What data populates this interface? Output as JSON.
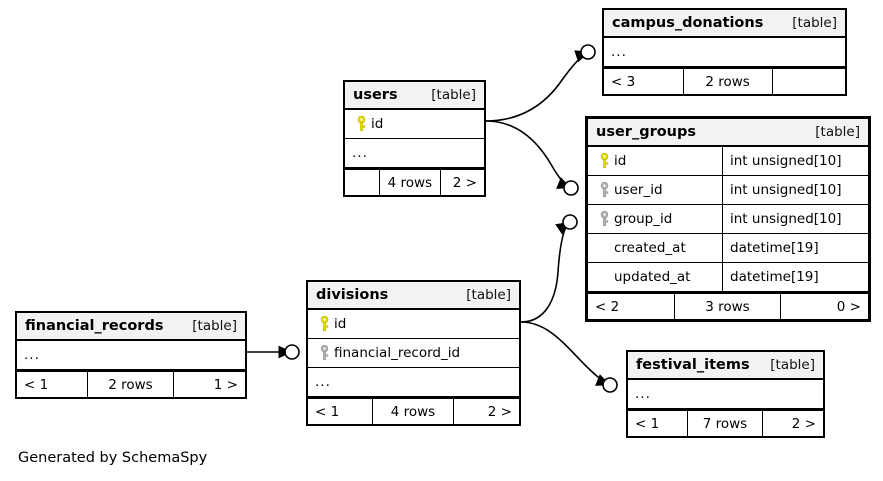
{
  "diagram": {
    "credit": "Generated by SchemaSpy",
    "table_tag": "[table]",
    "ellipsis": "...",
    "colors": {
      "primary_key": "#e8e000",
      "foreign_key": "#b3b3b3",
      "header_bg": "#f2f2f2",
      "border": "#000000",
      "background": "#ffffff"
    }
  },
  "tables": [
    {
      "id": "campus_donations",
      "name": "campus_donations",
      "tag": "[table]",
      "rows": [
        {
          "key": "none",
          "name": "...",
          "type": "",
          "is_ellipsis": true
        }
      ],
      "footer": [
        {
          "text": "< 3",
          "align": "left"
        },
        {
          "text": "2 rows",
          "align": "center"
        },
        {
          "text": "",
          "align": "right"
        }
      ]
    },
    {
      "id": "users",
      "name": "users",
      "tag": "[table]",
      "rows": [
        {
          "key": "primary",
          "name": "id",
          "type": "",
          "is_ellipsis": false
        },
        {
          "key": "none",
          "name": "...",
          "type": "",
          "is_ellipsis": true
        }
      ],
      "footer": [
        {
          "text": "",
          "align": "left"
        },
        {
          "text": "4 rows",
          "align": "center"
        },
        {
          "text": "2 >",
          "align": "right"
        }
      ]
    },
    {
      "id": "user_groups",
      "name": "user_groups",
      "tag": "[table]",
      "focal": true,
      "rows": [
        {
          "key": "primary",
          "name": "id",
          "type": "int unsigned[10]",
          "is_ellipsis": false
        },
        {
          "key": "foreign",
          "name": "user_id",
          "type": "int unsigned[10]",
          "is_ellipsis": false
        },
        {
          "key": "foreign",
          "name": "group_id",
          "type": "int unsigned[10]",
          "is_ellipsis": false
        },
        {
          "key": "none",
          "name": "created_at",
          "type": "datetime[19]",
          "is_ellipsis": false
        },
        {
          "key": "none",
          "name": "updated_at",
          "type": "datetime[19]",
          "is_ellipsis": false
        }
      ],
      "footer": [
        {
          "text": "< 2",
          "align": "left"
        },
        {
          "text": "3 rows",
          "align": "center"
        },
        {
          "text": "0 >",
          "align": "right"
        }
      ]
    },
    {
      "id": "divisions",
      "name": "divisions",
      "tag": "[table]",
      "rows": [
        {
          "key": "primary",
          "name": "id",
          "type": "",
          "is_ellipsis": false
        },
        {
          "key": "foreign",
          "name": "financial_record_id",
          "type": "",
          "is_ellipsis": false
        },
        {
          "key": "none",
          "name": "...",
          "type": "",
          "is_ellipsis": true
        }
      ],
      "footer": [
        {
          "text": "< 1",
          "align": "left"
        },
        {
          "text": "4 rows",
          "align": "center"
        },
        {
          "text": "2 >",
          "align": "right"
        }
      ]
    },
    {
      "id": "financial_records",
      "name": "financial_records",
      "tag": "[table]",
      "rows": [
        {
          "key": "none",
          "name": "...",
          "type": "",
          "is_ellipsis": true
        }
      ],
      "footer": [
        {
          "text": "< 1",
          "align": "left"
        },
        {
          "text": "2 rows",
          "align": "center"
        },
        {
          "text": "1 >",
          "align": "right"
        }
      ]
    },
    {
      "id": "festival_items",
      "name": "festival_items",
      "tag": "[table]",
      "rows": [
        {
          "key": "none",
          "name": "...",
          "type": "",
          "is_ellipsis": true
        }
      ],
      "footer": [
        {
          "text": "< 1",
          "align": "left"
        },
        {
          "text": "7 rows",
          "align": "center"
        },
        {
          "text": "2 >",
          "align": "right"
        }
      ]
    }
  ],
  "relationships": [
    {
      "from": "users.id",
      "to": "campus_donations"
    },
    {
      "from": "users.id",
      "to": "user_groups.user_id"
    },
    {
      "from": "divisions.id",
      "to": "user_groups.group_id"
    },
    {
      "from": "divisions.id",
      "to": "festival_items"
    },
    {
      "from": "financial_records",
      "to": "divisions.financial_record_id"
    }
  ]
}
